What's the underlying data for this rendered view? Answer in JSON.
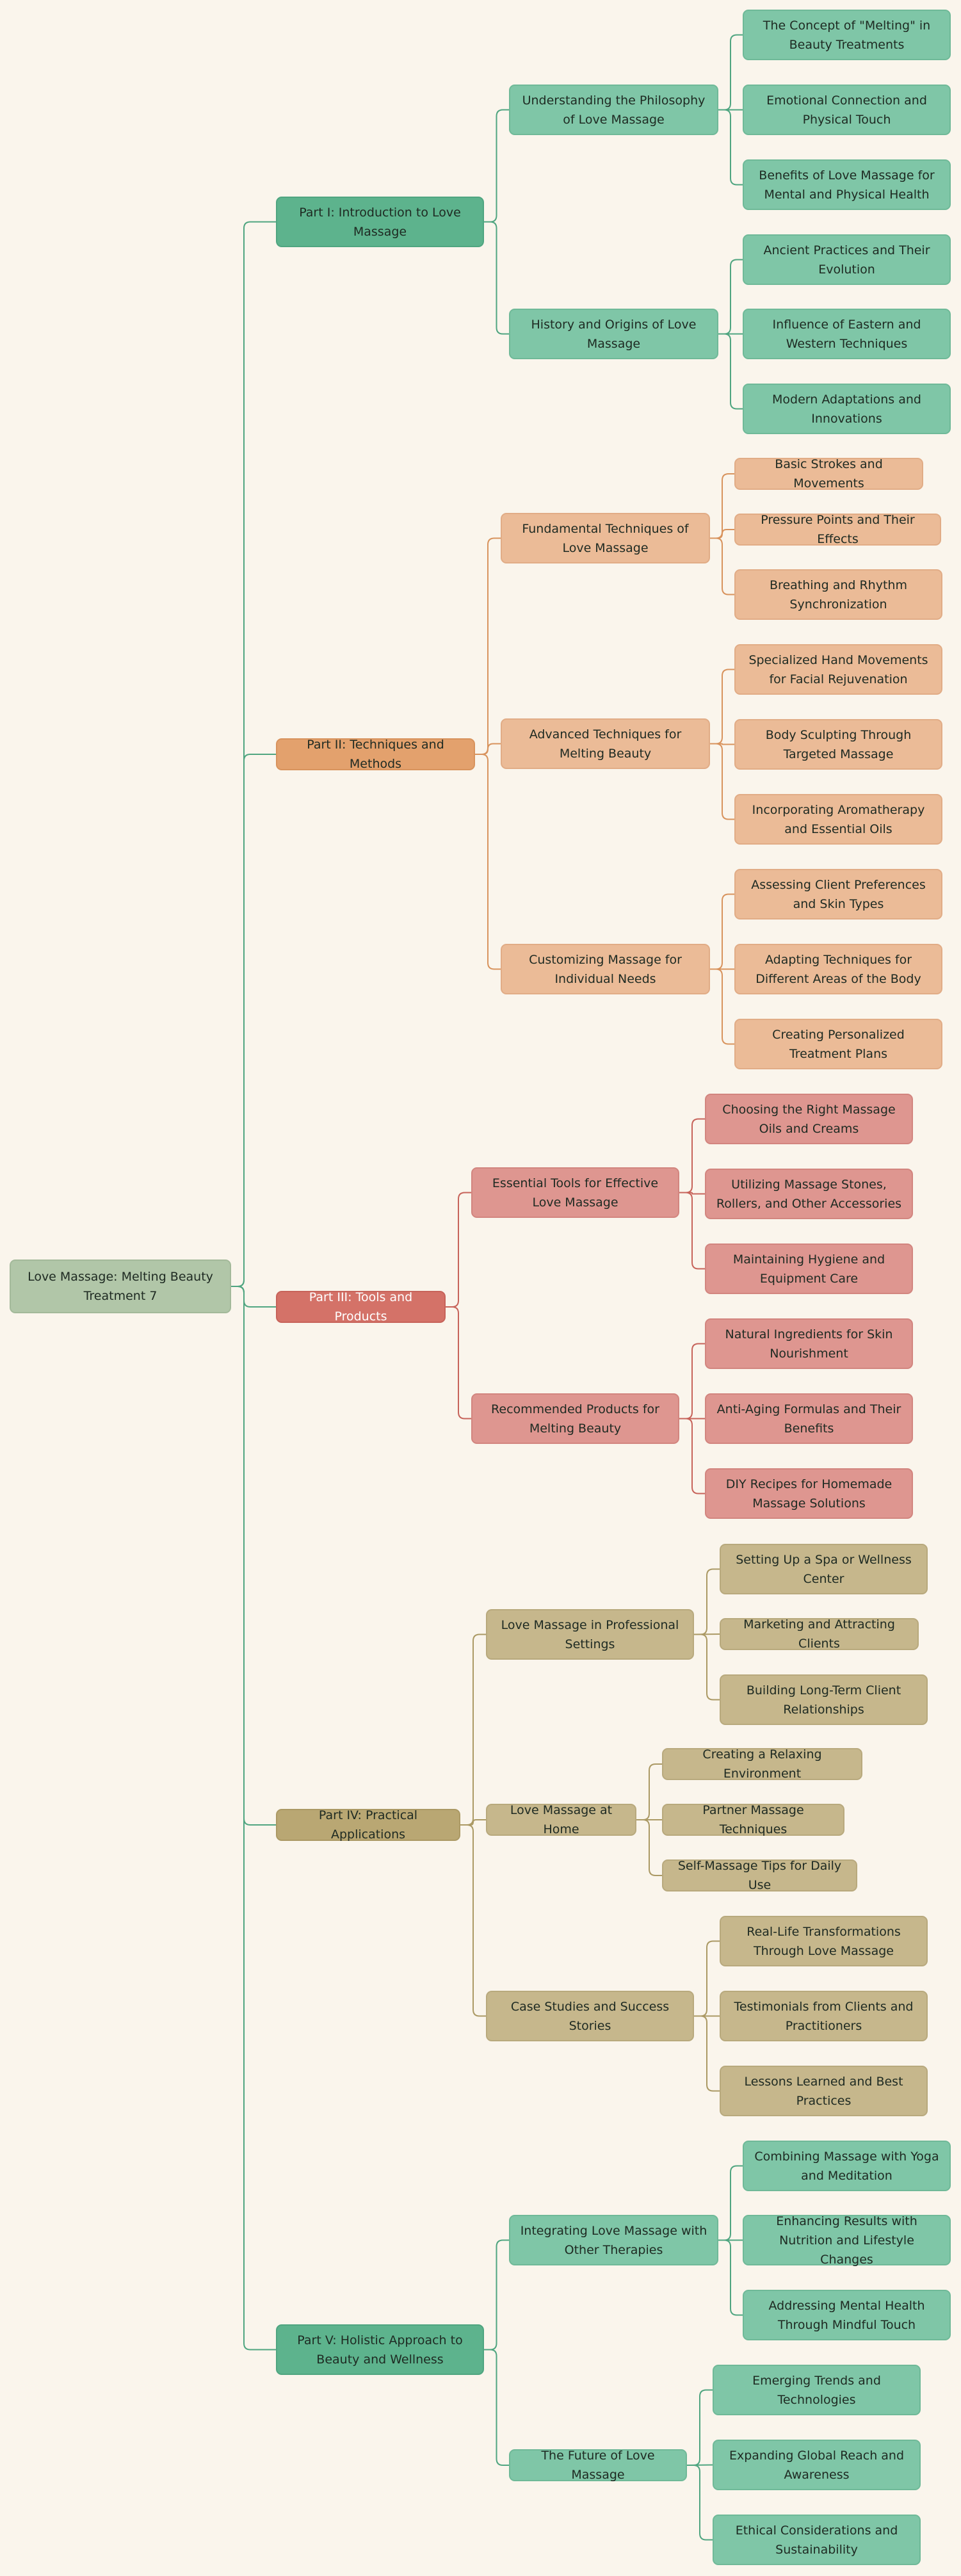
{
  "root": {
    "label": "Love Massage: Melting Beauty Treatment 7"
  },
  "parts": [
    {
      "label": "Part I: Introduction to Love Massage",
      "sections": [
        {
          "label": "Understanding the Philosophy of Love Massage",
          "topics": [
            "The Concept of \"Melting\" in Beauty Treatments",
            "Emotional Connection and Physical Touch",
            "Benefits of Love Massage for Mental and Physical Health"
          ]
        },
        {
          "label": "History and Origins of Love Massage",
          "topics": [
            "Ancient Practices and Their Evolution",
            "Influence of Eastern and Western Techniques",
            "Modern Adaptations and Innovations"
          ]
        }
      ]
    },
    {
      "label": "Part II: Techniques and Methods",
      "sections": [
        {
          "label": "Fundamental Techniques of Love Massage",
          "topics": [
            "Basic Strokes and Movements",
            "Pressure Points and Their Effects",
            "Breathing and Rhythm Synchronization"
          ]
        },
        {
          "label": "Advanced Techniques for Melting Beauty",
          "topics": [
            "Specialized Hand Movements for Facial Rejuvenation",
            "Body Sculpting Through Targeted Massage",
            "Incorporating Aromatherapy and Essential Oils"
          ]
        },
        {
          "label": "Customizing Massage for Individual Needs",
          "topics": [
            "Assessing Client Preferences and Skin Types",
            "Adapting Techniques for Different Areas of the Body",
            "Creating Personalized Treatment Plans"
          ]
        }
      ]
    },
    {
      "label": "Part III: Tools and Products",
      "sections": [
        {
          "label": "Essential Tools for Effective Love Massage",
          "topics": [
            "Choosing the Right Massage Oils and Creams",
            "Utilizing Massage Stones, Rollers, and Other Accessories",
            "Maintaining Hygiene and Equipment Care"
          ]
        },
        {
          "label": "Recommended Products for Melting Beauty",
          "topics": [
            "Natural Ingredients for Skin Nourishment",
            "Anti-Aging Formulas and Their Benefits",
            "DIY Recipes for Homemade Massage Solutions"
          ]
        }
      ]
    },
    {
      "label": "Part IV: Practical Applications",
      "sections": [
        {
          "label": "Love Massage in Professional Settings",
          "topics": [
            "Setting Up a Spa or Wellness Center",
            "Marketing and Attracting Clients",
            "Building Long-Term Client Relationships"
          ]
        },
        {
          "label": "Love Massage at Home",
          "topics": [
            "Creating a Relaxing Environment",
            "Partner Massage Techniques",
            "Self-Massage Tips for Daily Use"
          ]
        },
        {
          "label": "Case Studies and Success Stories",
          "topics": [
            "Real-Life Transformations Through Love Massage",
            "Testimonials from Clients and Practitioners",
            "Lessons Learned and Best Practices"
          ]
        }
      ]
    },
    {
      "label": "Part V: Holistic Approach to Beauty and Wellness",
      "sections": [
        {
          "label": "Integrating Love Massage with Other Therapies",
          "topics": [
            "Combining Massage with Yoga and Meditation",
            "Enhancing Results with Nutrition and Lifestyle Changes",
            "Addressing Mental Health Through Mindful Touch"
          ]
        },
        {
          "label": "The Future of Love Massage",
          "topics": [
            "Emerging Trends and Technologies",
            "Expanding Global Reach and Awareness",
            "Ethical Considerations and Sustainability"
          ]
        }
      ]
    }
  ],
  "colors": {
    "part_1": "#5db38d",
    "part_2": "#e3a16d",
    "part_3": "#d47268",
    "part_4": "#b9a773",
    "part_5": "#5db38d",
    "link_1": "#4fa580",
    "link_2": "#d8935d",
    "link_3": "#c7635a",
    "link_4": "#ab9964",
    "link_5": "#4fa580",
    "root_link": "#4fa580"
  }
}
